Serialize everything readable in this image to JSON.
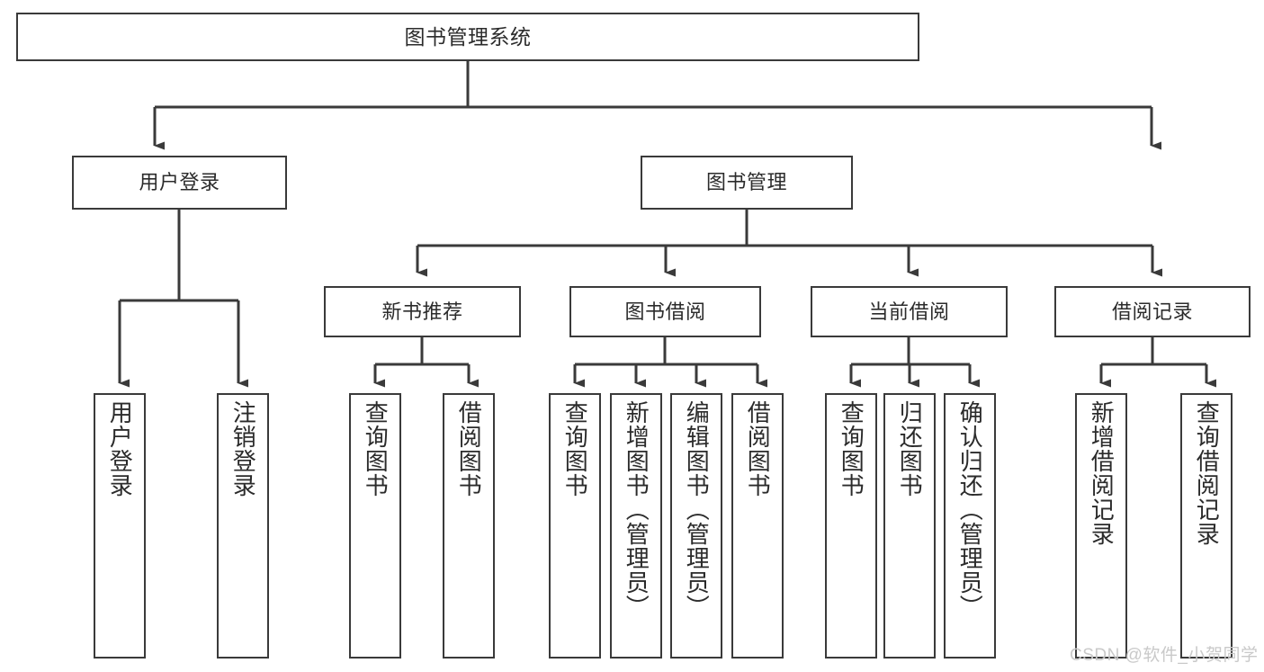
{
  "diagram": {
    "title": "图书管理系统",
    "type": "tree-hierarchy-chart",
    "root": {
      "label": "图书管理系统"
    },
    "level1": [
      {
        "label": "用户登录"
      },
      {
        "label": "图书管理"
      }
    ],
    "level2": [
      {
        "label": "新书推荐"
      },
      {
        "label": "图书借阅"
      },
      {
        "label": "当前借阅"
      },
      {
        "label": "借阅记录"
      }
    ],
    "leaves": {
      "user_login": [
        {
          "label": "用户登录"
        },
        {
          "label": "注销登录"
        }
      ],
      "new_book_recommend": [
        {
          "label": "查询图书"
        },
        {
          "label": "借阅图书"
        }
      ],
      "book_borrow": [
        {
          "label": "查询图书"
        },
        {
          "label": "新增图书（管理员）"
        },
        {
          "label": "编辑图书（管理员）"
        },
        {
          "label": "借阅图书"
        }
      ],
      "current_borrow": [
        {
          "label": "查询图书"
        },
        {
          "label": "归还图书"
        },
        {
          "label": "确认归还（管理员）"
        }
      ],
      "borrow_record": [
        {
          "label": "新增借阅记录"
        },
        {
          "label": "查询借阅记录"
        }
      ]
    }
  },
  "watermark": {
    "text": "CSDN @软件_小贺同学"
  },
  "colors": {
    "stroke": "#3a3a3a",
    "text": "#2b2b2b",
    "background": "#ffffff",
    "watermark": "#c9c9c9"
  }
}
